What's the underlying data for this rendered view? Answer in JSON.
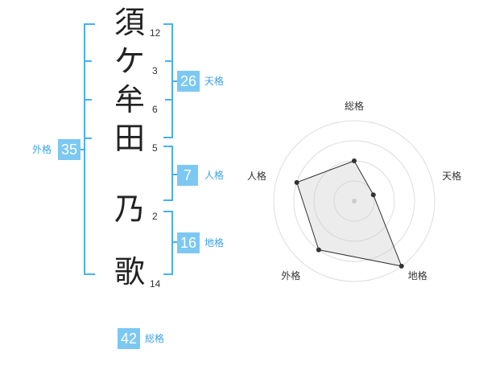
{
  "name_chars": [
    {
      "char": "須",
      "strokes": "12"
    },
    {
      "char": "ケ",
      "strokes": "3"
    },
    {
      "char": "牟",
      "strokes": "6"
    },
    {
      "char": "田",
      "strokes": "5"
    },
    {
      "char": "乃",
      "strokes": "2"
    },
    {
      "char": "歌",
      "strokes": "14"
    }
  ],
  "fortunes": {
    "tenkaku": {
      "value": "26",
      "label": "天格"
    },
    "jinkaku": {
      "value": "7",
      "label": "人格"
    },
    "chikaku": {
      "value": "16",
      "label": "地格"
    },
    "gaikaku": {
      "value": "35",
      "label": "外格"
    },
    "soukaku": {
      "value": "42",
      "label": "総格"
    }
  },
  "colors": {
    "accent": "#7cc8f3",
    "bracket": "#4ab0f0",
    "label": "#3aa2e6"
  },
  "chart_data": {
    "type": "radar",
    "axes": [
      "総格",
      "天格",
      "地格",
      "外格",
      "人格"
    ],
    "values": [
      2,
      1,
      4,
      3,
      3
    ],
    "max": 4,
    "grid_rings": 4
  }
}
